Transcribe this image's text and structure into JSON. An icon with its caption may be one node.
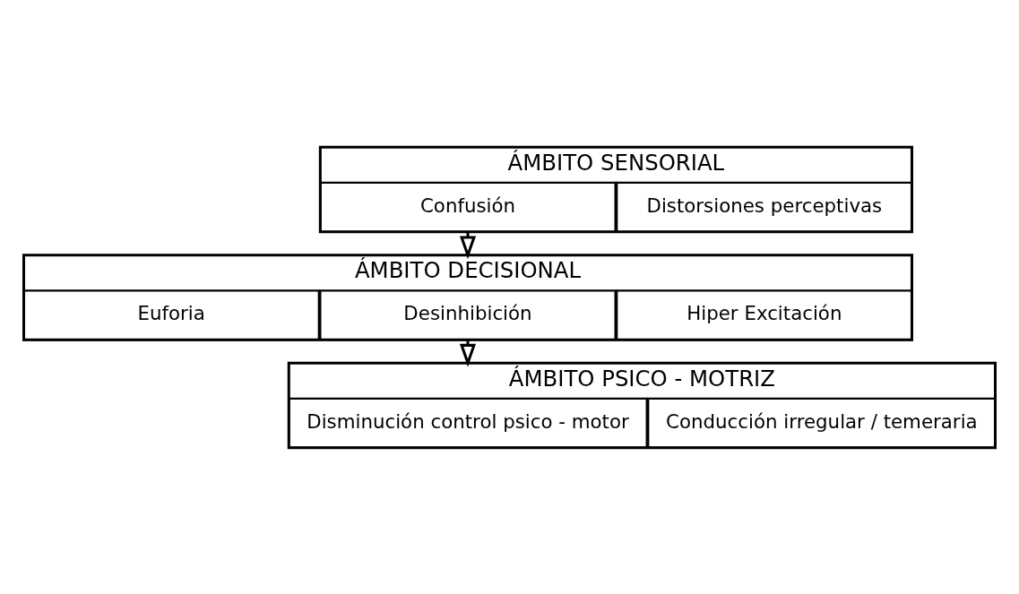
{
  "diagram": {
    "nodes": [
      {
        "text": [
          "ÁMBITO SENSORIAL"
        ]
      },
      {
        "text": [
          "Distorsiones perceptivas"
        ],
        "in": 0
      },
      {
        "text": [
          "Confusión"
        ],
        "in": 0
      },
      {
        "text": [
          "ÁMBITO DECISIONAL"
        ]
      },
      {
        "text": [
          "Hiper Excitación"
        ],
        "in": 3
      },
      {
        "text": [
          "Desinhibición"
        ],
        "in": 3
      },
      {
        "text": [
          "Euforia"
        ],
        "in": 3
      },
      {
        "text": [
          "ÁMBITO PSICO - MOTRIZ"
        ]
      },
      {
        "text": [
          "Conducción irregular / temeraria"
        ],
        "in": 7
      },
      {
        "text": [
          "Disminución control psico - motor"
        ],
        "in": 7
      }
    ],
    "edges": [
      {
        "from": 0,
        "to": 3,
        "arrow": "to"
      },
      {
        "from": 3,
        "to": 7,
        "arrow": "to"
      }
    ]
  }
}
